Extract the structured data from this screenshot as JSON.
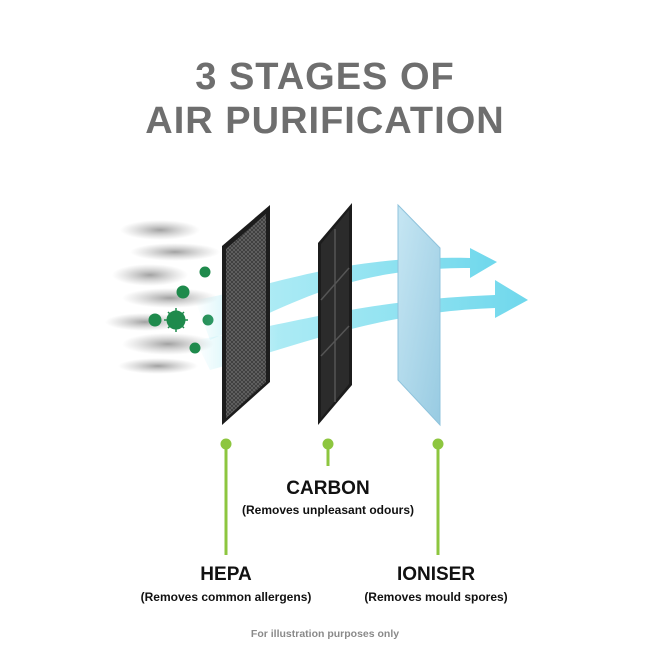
{
  "title": {
    "line1": "3 STAGES OF",
    "line2": "AIR PURIFICATION"
  },
  "stages": [
    {
      "name": "HEPA",
      "description": "(Removes common allergens)"
    },
    {
      "name": "CARBON",
      "description": "(Removes unpleasant odours)"
    },
    {
      "name": "IONISER",
      "description": "(Removes mould spores)"
    }
  ],
  "footnote": "For illustration purposes only",
  "colors": {
    "title": "#6e6e6e",
    "accent_line": "#8dc63f",
    "airflow": "#7fe0ef",
    "ioniser_panel": "#a9d6ea",
    "filter_frame": "#1c1c1c",
    "germs": "#1f8a4c"
  },
  "icons": [
    "germ-icon",
    "smoke-icon",
    "airflow-arrow-icon"
  ]
}
